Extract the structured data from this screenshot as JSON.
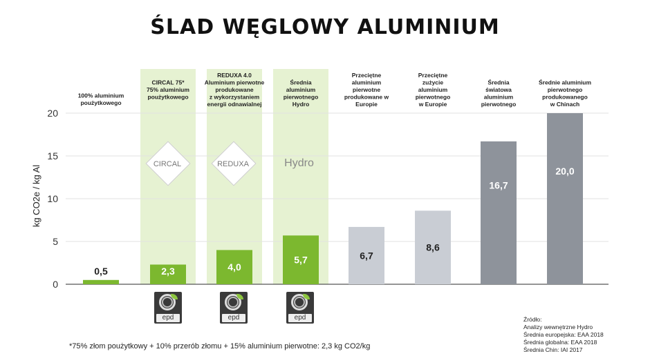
{
  "title": "ŚLAD WĘGLOWY ALUMINIUM",
  "chart_data": {
    "type": "bar",
    "ylabel": "kg CO2e / kg Al",
    "ylim": [
      0,
      20
    ],
    "yticks": [
      0,
      5,
      10,
      15,
      20
    ],
    "grid": true,
    "categories": [
      "100% aluminium poużytkowego",
      "CIRCAL 75* 75% aluminium poużytkowego",
      "REDUXA 4.0 Aluminium pierwotne produkowane z wykorzystaniem energii odnawialnej",
      "Średnia aluminium pierwotnego Hydro",
      "Przeciętne aluminium pierwotne produkowane w Europie",
      "Przeciętne zużycie aluminium pierwotnego w Europie",
      "Średnia światowa aluminium pierwotnego",
      "Średnie aluminium pierwotnego produkowanego w Chinach"
    ],
    "category_lines": [
      [
        "100% aluminium",
        "poużytkowego"
      ],
      [
        "CIRCAL 75*",
        "",
        "75% aluminium",
        "poużytkowego"
      ],
      [
        "REDUXA 4.0",
        "Aluminium pierwotne",
        "produkowane",
        "z wykorzystaniem",
        "energii odnawialnej"
      ],
      [
        "Średnia",
        "aluminium",
        "pierwotnego",
        "Hydro"
      ],
      [
        "Przeciętne",
        "aluminium",
        "pierwotne",
        "produkowane w",
        "Europie"
      ],
      [
        "Przeciętne",
        "zużycie",
        "aluminium",
        "pierwotnego",
        "w Europie"
      ],
      [
        "Średnia",
        "światowa",
        "aluminium",
        "pierwotnego"
      ],
      [
        "Średnie aluminium",
        "pierwotnego",
        "produkowanego",
        "w Chinach"
      ]
    ],
    "values": [
      0.5,
      2.3,
      4.0,
      5.7,
      6.7,
      8.6,
      16.7,
      20.0
    ],
    "value_labels": [
      "0,5",
      "2,3",
      "4,0",
      "5,7",
      "6,7",
      "8,6",
      "16,7",
      "20,0"
    ],
    "bar_colors": [
      "#7cb82f",
      "#7cb82f",
      "#7cb82f",
      "#7cb82f",
      "#c9cdd4",
      "#c9cdd4",
      "#8e939b",
      "#8e939b"
    ],
    "highlight_color": "#e6f2d2",
    "highlighted": [
      1,
      2,
      3
    ]
  },
  "brands": {
    "circal": "CIRCAL",
    "reduxa": "REDUXA",
    "hydro": "Hydro",
    "hydro_small": "Hydro"
  },
  "epd_label": "epd",
  "footnote": "*75% złom poużytkowy + 10% przerób złomu + 15% aluminium pierwotne: 2,3 kg CO2/kg",
  "sources": [
    "Źródło:",
    "Analizy wewnętrzne Hydro",
    "Średnia europejska: EAA 2018",
    "Średnia globalna: EAA 2018",
    "Średnia Chin: IAI 2017"
  ]
}
